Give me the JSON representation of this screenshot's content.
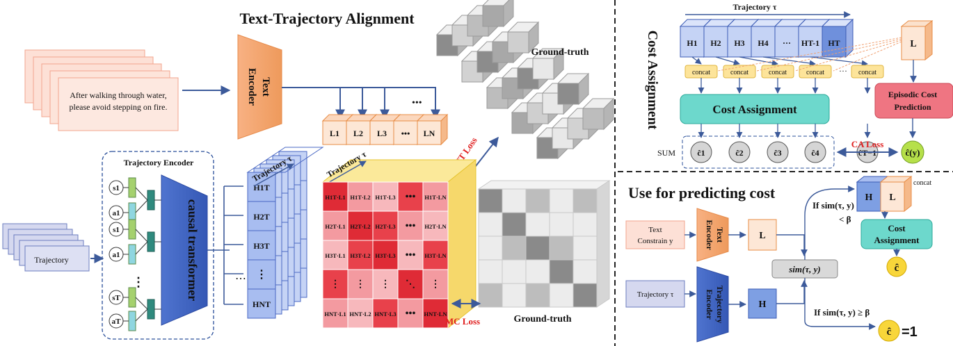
{
  "left": {
    "title": "Text-Trajectory Alignment",
    "text_lines": [
      "After walking through water,",
      "please avoid stepping on fire."
    ],
    "text_encoder": [
      "Text",
      "Encoder"
    ],
    "text_tokens": [
      "L1",
      "L2",
      "L3",
      "•••",
      "LN"
    ],
    "ground_truth_top": "Ground-truth",
    "ground_truth_bottom": "Ground-truth",
    "wt_loss": "WT Loss",
    "mc_loss": "MC Loss",
    "trajectory_encoder_label": "Trajectory Encoder",
    "causal_transformer": "causal transformer",
    "trajectory_input": "Trajectory",
    "trajectory_tau_1": "Trajectory τ",
    "trajectory_tau_2": "Trajectory τ",
    "state_action_labels": [
      "s1",
      "a1",
      "s1",
      "a1",
      "sT",
      "aT"
    ],
    "hidden_labels": [
      "H1T",
      "H2T",
      "H3T",
      "⋮",
      "HNT"
    ],
    "similarity_grid": [
      [
        "H1T·L1",
        "H1T·L2",
        "H1T·L3",
        "•••",
        "H1T·LN"
      ],
      [
        "H2T·L1",
        "H2T·L2",
        "H2T·L3",
        "•••",
        "H2T·LN"
      ],
      [
        "H3T·L1",
        "H3T·L2",
        "H3T·L3",
        "•••",
        "H3T·LN"
      ],
      [
        "⋮",
        "⋮",
        "⋮",
        "⋱",
        "⋮"
      ],
      [
        "HNT·L1",
        "HNT·L2",
        "HNT·L3",
        "•••",
        "HNT·LN"
      ]
    ]
  },
  "cost_assignment": {
    "section_title": "Cost Assignment",
    "trajectory_label": "Trajectory τ",
    "h_tokens": [
      "H1",
      "H2",
      "H3",
      "H4",
      "···",
      "HT-1",
      "HT"
    ],
    "concat_labels": [
      "concat",
      "concat",
      "concat",
      "concat",
      "concat"
    ],
    "concat_gap": "···",
    "l_token": "L",
    "module": "Cost Assignment",
    "episodic": [
      "Episodic Cost",
      "Prediction"
    ],
    "sum_label": "SUM",
    "costs": [
      "ĉ1",
      "ĉ2",
      "ĉ3",
      "ĉ4",
      "···",
      "ĉT−1"
    ],
    "ca_loss": "CA Loss",
    "episodic_output": "ĉ(y)"
  },
  "predicting": {
    "title": "Use for predicting cost",
    "text_constraint": [
      "Text",
      "Constrain y"
    ],
    "text_encoder": [
      "Text",
      "Encoder"
    ],
    "traj_input": "Trajectory τ",
    "traj_encoder": [
      "Trajectory",
      "Encoder"
    ],
    "l_token": "L",
    "h_token": "H",
    "sim": "sim(τ, y)",
    "cond_lt": [
      "If sim(τ, y)",
      "< β"
    ],
    "cond_ge": "If sim(τ, y) ≥ β",
    "concat_h": "H",
    "concat_l": "L",
    "concat_label": "concat",
    "cost_module": [
      "Cost",
      "Assignment"
    ],
    "output_c": "ĉ",
    "output_one": "=1"
  }
}
